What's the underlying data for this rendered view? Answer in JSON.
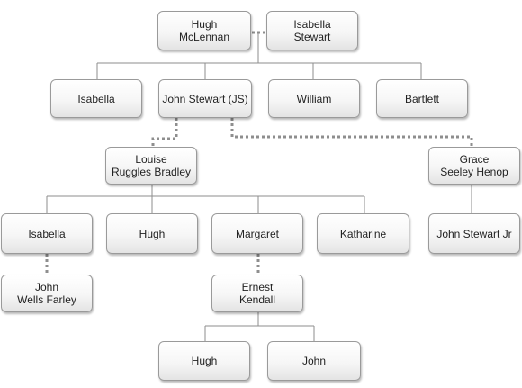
{
  "people": {
    "hugh_mclennan": "Hugh\nMcLennan",
    "isabella_stewart": "Isabella\nStewart",
    "isabella_1": "Isabella",
    "john_stewart_js": "John Stewart (JS)",
    "william": "William",
    "bartlett": "Bartlett",
    "louise_ruggles_bradley": "Louise\nRuggles Bradley",
    "grace_seeley_henop": "Grace\nSeeley Henop",
    "isabella_2": "Isabella",
    "hugh_1": "Hugh",
    "margaret": "Margaret",
    "katharine": "Katharine",
    "john_stewart_jr": "John Stewart Jr",
    "john_wells_farley": "John\nWells Farley",
    "ernest_kendall": "Ernest\nKendall",
    "hugh_2": "Hugh",
    "john": "John"
  },
  "relations": {
    "spouses": [
      [
        "hugh_mclennan",
        "isabella_stewart"
      ],
      [
        "john_stewart_js",
        "louise_ruggles_bradley"
      ],
      [
        "john_stewart_js",
        "grace_seeley_henop"
      ],
      [
        "isabella_2",
        "john_wells_farley"
      ],
      [
        "margaret",
        "ernest_kendall"
      ]
    ],
    "families": [
      {
        "parents": [
          "hugh_mclennan",
          "isabella_stewart"
        ],
        "children": [
          "isabella_1",
          "john_stewart_js",
          "william",
          "bartlett"
        ]
      },
      {
        "parents": [
          "john_stewart_js",
          "louise_ruggles_bradley"
        ],
        "children": [
          "isabella_2",
          "hugh_1",
          "margaret",
          "katharine"
        ]
      },
      {
        "parents": [
          "john_stewart_js",
          "grace_seeley_henop"
        ],
        "children": [
          "john_stewart_jr"
        ]
      },
      {
        "parents": [
          "margaret",
          "ernest_kendall"
        ],
        "children": [
          "hugh_2",
          "john"
        ]
      }
    ]
  },
  "colors": {
    "border": "#9a9a9a",
    "line": "#8e8e8e",
    "text": "#222222"
  }
}
